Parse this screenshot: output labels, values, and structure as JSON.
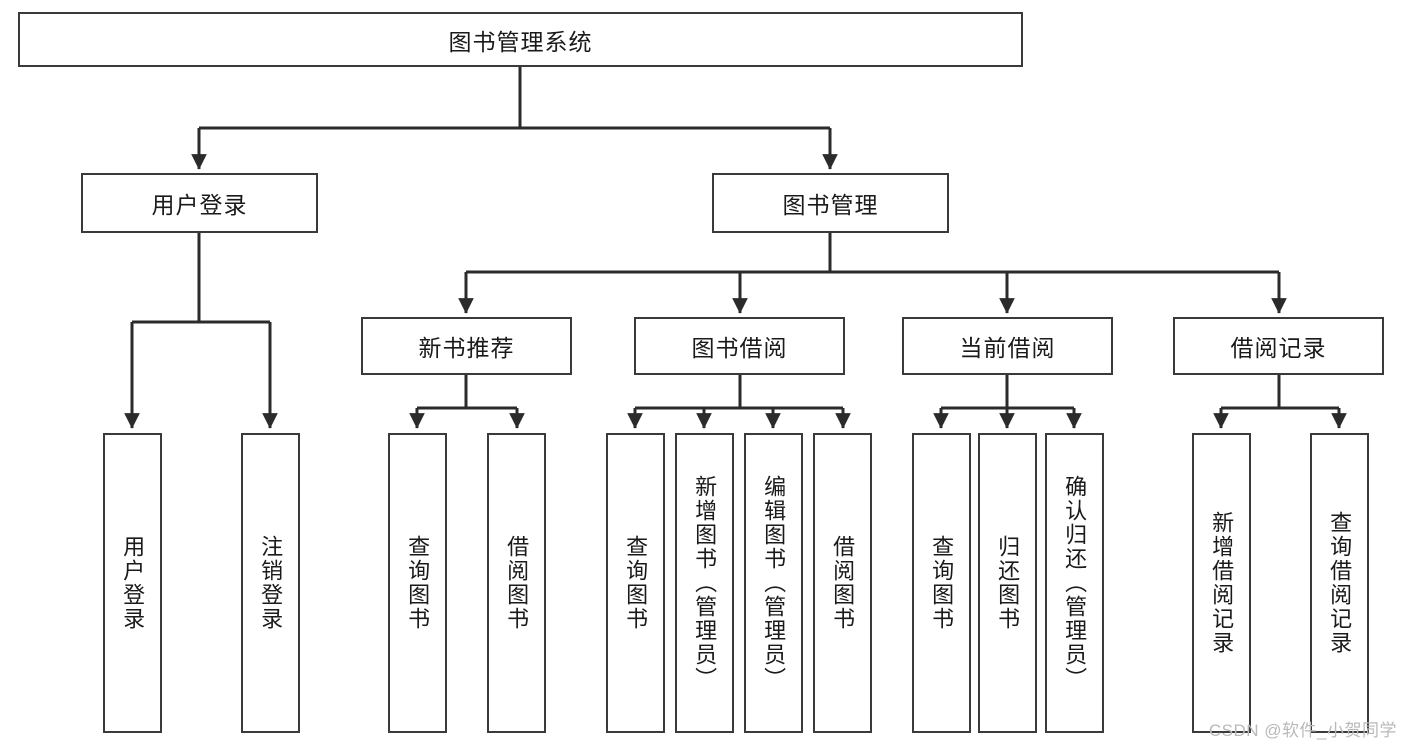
{
  "diagram": {
    "title": "图书管理系统",
    "type": "tree",
    "watermark": "CSDN @软件_小贺同学",
    "colors": {
      "node_border": "#3a3a3a",
      "node_fill": "#ffffff",
      "edge": "#2b2b2b",
      "text": "#1a1a1a",
      "watermark": "#b9b9b9",
      "background": "#ffffff"
    },
    "root": {
      "id": "root",
      "label": "图书管理系统",
      "orientation": "horizontal"
    },
    "level2": [
      {
        "id": "user-login",
        "label": "用户登录",
        "orientation": "horizontal"
      },
      {
        "id": "book-manage",
        "label": "图书管理",
        "orientation": "horizontal"
      }
    ],
    "level3": [
      {
        "id": "new-book-recommend",
        "label": "新书推荐",
        "orientation": "horizontal",
        "parent": "book-manage"
      },
      {
        "id": "book-borrow",
        "label": "图书借阅",
        "orientation": "horizontal",
        "parent": "book-manage"
      },
      {
        "id": "current-borrow",
        "label": "当前借阅",
        "orientation": "horizontal",
        "parent": "book-manage"
      },
      {
        "id": "borrow-record",
        "label": "借阅记录",
        "orientation": "horizontal",
        "parent": "book-manage"
      }
    ],
    "leaves": [
      {
        "id": "leaf-user-login",
        "label": "用户登录",
        "orientation": "vertical",
        "parent": "user-login"
      },
      {
        "id": "leaf-logout-login",
        "label": "注销登录",
        "orientation": "vertical",
        "parent": "user-login"
      },
      {
        "id": "leaf-query-book-1",
        "label": "查询图书",
        "orientation": "vertical",
        "parent": "new-book-recommend"
      },
      {
        "id": "leaf-borrow-book-1",
        "label": "借阅图书",
        "orientation": "vertical",
        "parent": "new-book-recommend"
      },
      {
        "id": "leaf-query-book-2",
        "label": "查询图书",
        "orientation": "vertical",
        "parent": "book-borrow"
      },
      {
        "id": "leaf-add-book",
        "label": "新增图书（管理员）",
        "orientation": "vertical",
        "parent": "book-borrow"
      },
      {
        "id": "leaf-edit-book",
        "label": "编辑图书（管理员）",
        "orientation": "vertical",
        "parent": "book-borrow"
      },
      {
        "id": "leaf-borrow-book-2",
        "label": "借阅图书",
        "orientation": "vertical",
        "parent": "book-borrow"
      },
      {
        "id": "leaf-query-book-3",
        "label": "查询图书",
        "orientation": "vertical",
        "parent": "current-borrow"
      },
      {
        "id": "leaf-return-book",
        "label": "归还图书",
        "orientation": "vertical",
        "parent": "current-borrow"
      },
      {
        "id": "leaf-confirm-return",
        "label": "确认归还（管理员）",
        "orientation": "vertical",
        "parent": "current-borrow"
      },
      {
        "id": "leaf-add-record",
        "label": "新增借阅记录",
        "orientation": "vertical",
        "parent": "borrow-record"
      },
      {
        "id": "leaf-query-record",
        "label": "查询借阅记录",
        "orientation": "vertical",
        "parent": "borrow-record"
      }
    ]
  }
}
